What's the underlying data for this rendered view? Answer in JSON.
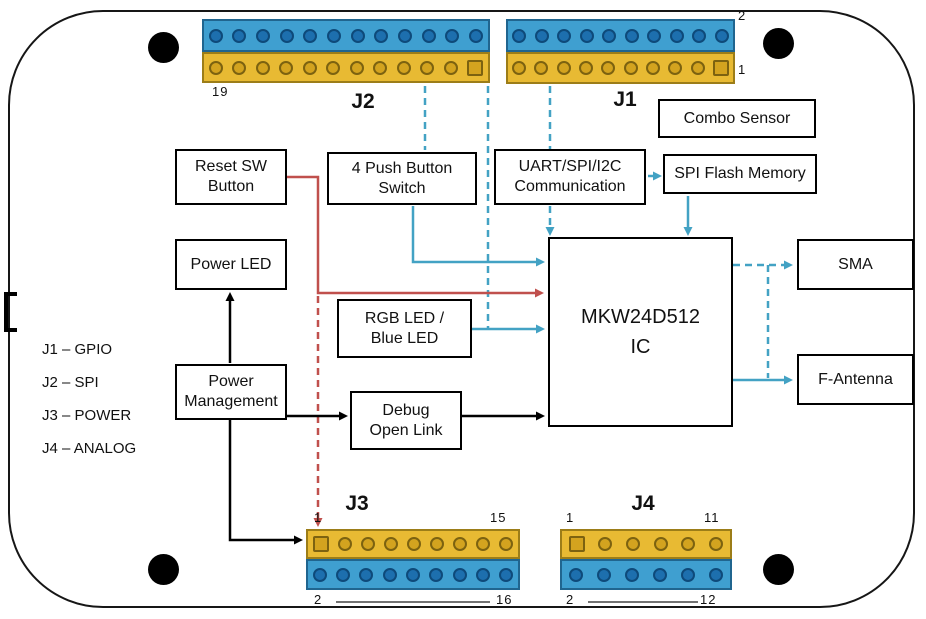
{
  "legend": [
    "J1 – GPIO",
    "J2 – SPI",
    "J3 – POWER",
    "J4 – ANALOG"
  ],
  "connectors": {
    "j2": {
      "label": "J2",
      "corner_label": "19",
      "top_row_pins": 12,
      "bottom_row_pins": 12
    },
    "j1": {
      "label": "J1",
      "pin_top_right": "2",
      "pin_right": "1",
      "top_row_pins": 10,
      "bottom_row_pins": 10
    },
    "j3": {
      "label": "J3",
      "top_left": "1",
      "top_right": "15",
      "bottom_left": "2",
      "bottom_right": "16",
      "top_row_pins": 9,
      "bottom_row_pins": 9
    },
    "j4": {
      "label": "J4",
      "top_left": "1",
      "top_right": "11",
      "bottom_left": "2",
      "bottom_right": "12",
      "top_row_pins": 6,
      "bottom_row_pins": 6
    }
  },
  "blocks": {
    "reset_sw": {
      "text": "Reset SW\nButton"
    },
    "push_button": {
      "text": "4 Push Button\nSwitch"
    },
    "uart": {
      "text": "UART/SPI/I2C\nCommunication"
    },
    "combo_sensor": {
      "text": "Combo Sensor"
    },
    "spi_flash": {
      "text": "SPI Flash Memory"
    },
    "power_led": {
      "text": "Power LED"
    },
    "rgb_led": {
      "text": "RGB LED /\nBlue LED"
    },
    "power_mgmt": {
      "text": "Power\nManagement"
    },
    "debug_open_link": {
      "text": "Debug\nOpen Link"
    },
    "ic": {
      "text": "MKW24D512\nIC"
    },
    "sma": {
      "text": "SMA"
    },
    "f_antenna": {
      "text": "F-Antenna"
    }
  },
  "colors": {
    "signal_teal": "#43a2c4",
    "signal_red": "#c0504d",
    "signal_black": "#000000",
    "header_blue": "#3f9fd0",
    "header_hole_blue": "#1d6fae",
    "header_yellow": "#e8ba33",
    "header_hole_yellow": "#d3a31f"
  }
}
